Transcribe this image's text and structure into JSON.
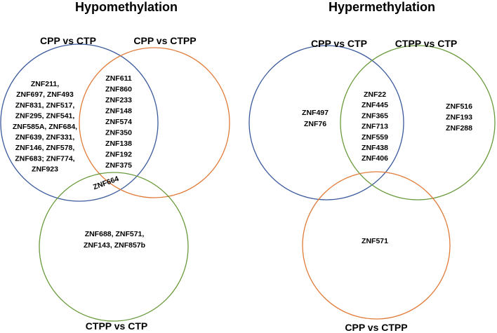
{
  "colors": {
    "blue": "#3a5a9c",
    "orange": "#e07b39",
    "green": "#6a9a3c"
  },
  "hypo": {
    "title": "Hypomethylation",
    "label_cpp_ctp": "CPP vs CTP",
    "label_cpp_ctpp": "CPP vs CTPP",
    "label_ctpp_ctp": "CTPP vs CTP",
    "cpp_ctp_only": [
      "ZNF211,",
      "ZNF697, ZNF493",
      "ZNF831, ZNF517,",
      "ZNF295, ZNF541,",
      "ZNF585A, ZNF684,",
      "ZNF639, ZNF331,",
      "ZNF146, ZNF578,",
      "ZNF683; ZNF774,",
      "ZNF923"
    ],
    "cpp_ctp_and_cpp_ctpp": [
      "ZNF611",
      "ZNF860",
      "ZNF233",
      "ZNF148",
      "ZNF574",
      "ZNF350",
      "ZNF138",
      "ZNF192",
      "ZNF375"
    ],
    "cpp_ctp_and_ctpp_ctp": "ZNF664",
    "ctpp_ctp_only": [
      "ZNF688, ZNF571,",
      "ZNF143, ZNF857b"
    ]
  },
  "hyper": {
    "title": "Hypermethylation",
    "label_cpp_ctp": "CPP vs CTP",
    "label_ctpp_ctp": "CTPP vs CTP",
    "label_cpp_ctpp": "CPP vs CTPP",
    "cpp_ctp_only": [
      "ZNF497",
      "ZNF76"
    ],
    "cpp_ctp_and_ctpp_ctp": [
      "ZNF22",
      "ZNF445",
      "ZNF365",
      "ZNF713",
      "ZNF559",
      "ZNF438",
      "ZNF406"
    ],
    "ctpp_ctp_only": [
      "ZNF516",
      "ZNF193",
      "ZNF288"
    ],
    "cpp_ctpp_only": [
      "ZNF571"
    ]
  }
}
